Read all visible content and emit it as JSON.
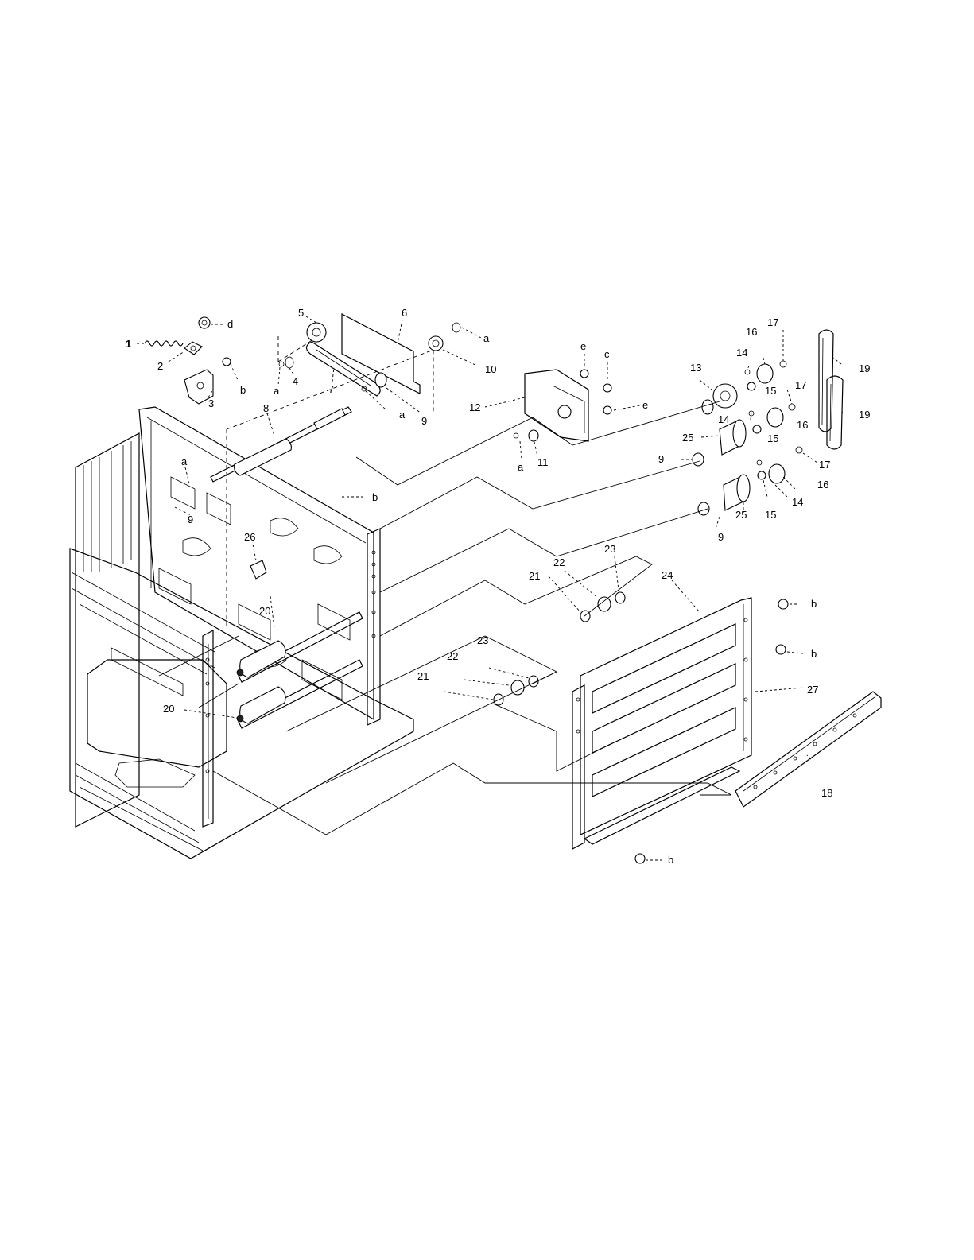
{
  "callouts": [
    {
      "id": "c1",
      "text": "1"
    },
    {
      "id": "c2",
      "text": "2"
    },
    {
      "id": "c3",
      "text": "3"
    },
    {
      "id": "c4",
      "text": "4"
    },
    {
      "id": "c5",
      "text": "5"
    },
    {
      "id": "c6",
      "text": "6"
    },
    {
      "id": "c7",
      "text": "7"
    },
    {
      "id": "c8",
      "text": "8"
    },
    {
      "id": "c9a",
      "text": "9"
    },
    {
      "id": "c9b",
      "text": "9"
    },
    {
      "id": "c9c",
      "text": "9"
    },
    {
      "id": "c9d",
      "text": "9"
    },
    {
      "id": "c10",
      "text": "10"
    },
    {
      "id": "c11",
      "text": "11"
    },
    {
      "id": "c12",
      "text": "12"
    },
    {
      "id": "c13",
      "text": "13"
    },
    {
      "id": "c14a",
      "text": "14"
    },
    {
      "id": "c14b",
      "text": "14"
    },
    {
      "id": "c14c",
      "text": "14"
    },
    {
      "id": "c15a",
      "text": "15"
    },
    {
      "id": "c15b",
      "text": "15"
    },
    {
      "id": "c15c",
      "text": "15"
    },
    {
      "id": "c16a",
      "text": "16"
    },
    {
      "id": "c16b",
      "text": "16"
    },
    {
      "id": "c16c",
      "text": "16"
    },
    {
      "id": "c17a",
      "text": "17"
    },
    {
      "id": "c17b",
      "text": "17"
    },
    {
      "id": "c17c",
      "text": "17"
    },
    {
      "id": "c18",
      "text": "18"
    },
    {
      "id": "c19a",
      "text": "19"
    },
    {
      "id": "c19b",
      "text": "19"
    },
    {
      "id": "c20a",
      "text": "20"
    },
    {
      "id": "c20b",
      "text": "20"
    },
    {
      "id": "c21a",
      "text": "21"
    },
    {
      "id": "c21b",
      "text": "21"
    },
    {
      "id": "c22a",
      "text": "22"
    },
    {
      "id": "c22b",
      "text": "22"
    },
    {
      "id": "c23a",
      "text": "23"
    },
    {
      "id": "c23b",
      "text": "23"
    },
    {
      "id": "c24",
      "text": "24"
    },
    {
      "id": "c25a",
      "text": "25"
    },
    {
      "id": "c25b",
      "text": "25"
    },
    {
      "id": "c26",
      "text": "26"
    },
    {
      "id": "c27",
      "text": "27"
    },
    {
      "id": "la1",
      "text": "a"
    },
    {
      "id": "la2",
      "text": "a"
    },
    {
      "id": "la3",
      "text": "a"
    },
    {
      "id": "la4",
      "text": "a"
    },
    {
      "id": "la5",
      "text": "a"
    },
    {
      "id": "lb1",
      "text": "b"
    },
    {
      "id": "lb2",
      "text": "b"
    },
    {
      "id": "lb3",
      "text": "b"
    },
    {
      "id": "lb4",
      "text": "b"
    },
    {
      "id": "lb5",
      "text": "b"
    },
    {
      "id": "lc1",
      "text": "c"
    },
    {
      "id": "ld1",
      "text": "d"
    },
    {
      "id": "le1",
      "text": "e"
    },
    {
      "id": "le2",
      "text": "e"
    }
  ]
}
